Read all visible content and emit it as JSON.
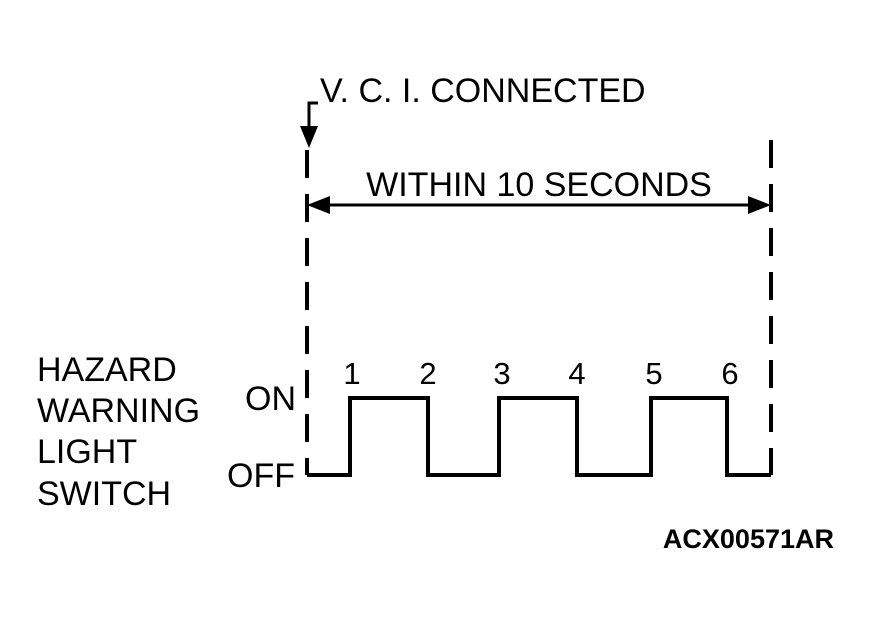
{
  "diagram": {
    "event_label": "V. C. I. CONNECTED",
    "interval_label": "WITHIN 10 SECONDS",
    "signal_name_lines": [
      "HAZARD",
      "WARNING",
      "LIGHT",
      "SWITCH"
    ],
    "state_on": "ON",
    "state_off": "OFF",
    "edge_numbers": [
      "1",
      "2",
      "3",
      "4",
      "5",
      "6"
    ],
    "figure_code": "ACX00571AR"
  },
  "colors": {
    "ink": "#000000",
    "background": "#ffffff"
  }
}
